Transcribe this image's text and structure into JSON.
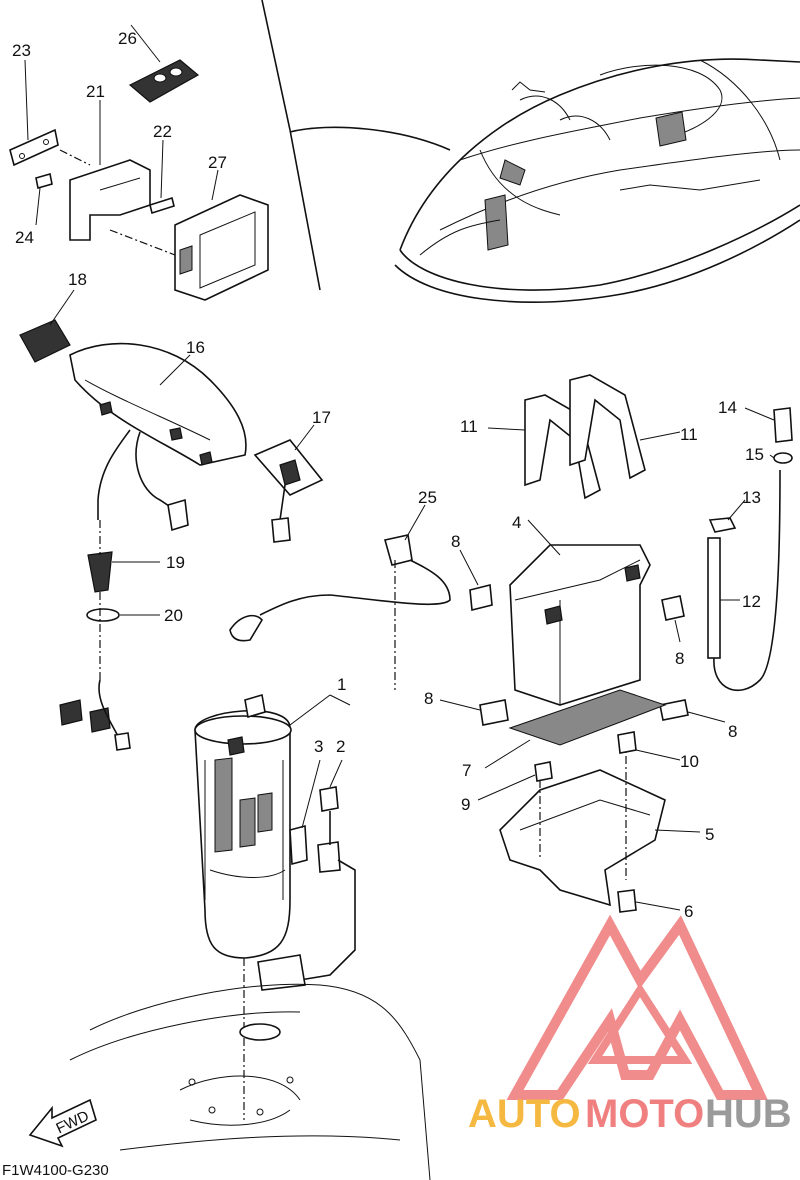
{
  "diagram_code": "F1W4100-G230",
  "fwd_label": "FWD",
  "watermark": {
    "part1": "AUTO",
    "part2": "MOTO",
    "part3": "HUB",
    "color_yellow": "#f5b942",
    "color_red": "#f08080",
    "color_gray": "#9a9a9a"
  },
  "callouts": [
    "1",
    "2",
    "3",
    "4",
    "5",
    "6",
    "7",
    "8",
    "8",
    "8",
    "8",
    "9",
    "10",
    "11",
    "11",
    "12",
    "13",
    "14",
    "15",
    "16",
    "17",
    "18",
    "19",
    "20",
    "21",
    "22",
    "23",
    "24",
    "25",
    "26",
    "27"
  ]
}
